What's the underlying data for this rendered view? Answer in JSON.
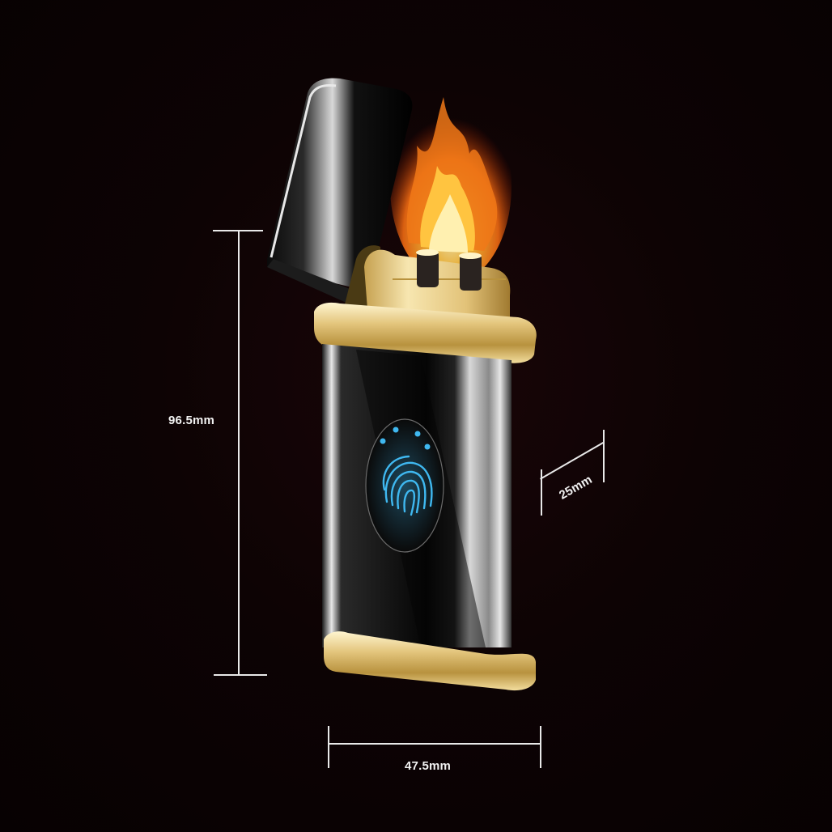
{
  "image": {
    "subject": "Electric double-arc lighter with flip-top lid, fingerprint touch sensor and gold trim",
    "background_color": "#0c0203"
  },
  "dimensions": {
    "height": {
      "label": "96.5mm"
    },
    "depth": {
      "label": "25mm"
    },
    "width": {
      "label": "47.5mm"
    }
  },
  "product": {
    "body_color": "#050505",
    "trim_color": "#d8b96a",
    "sensor_glow_color": "#3fb8f0",
    "flame_colors": [
      "#fff2a8",
      "#ffb020",
      "#f06010",
      "#b02000"
    ],
    "indicator_dots": 4
  }
}
